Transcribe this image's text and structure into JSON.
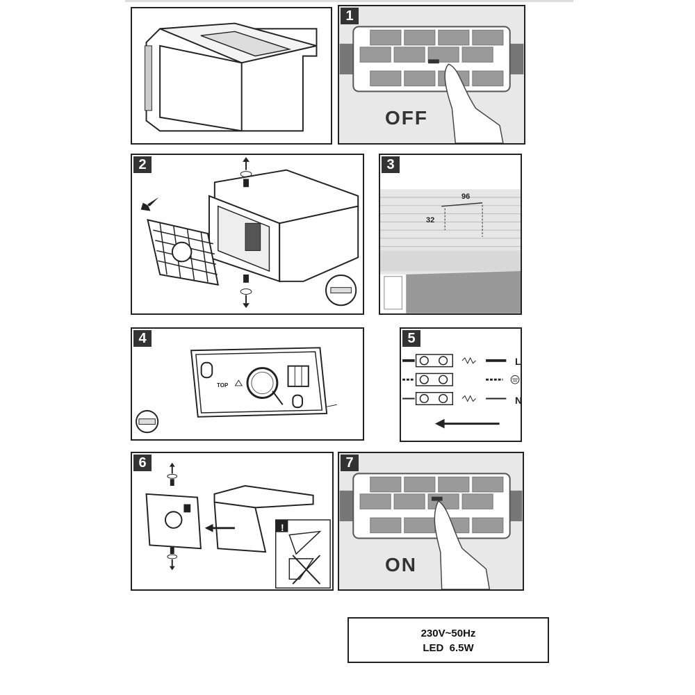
{
  "steps": {
    "s1": {
      "num": "1",
      "label": "OFF"
    },
    "s2": {
      "num": "2"
    },
    "s3": {
      "num": "3",
      "dim_a": "96",
      "dim_b": "32"
    },
    "s4": {
      "num": "4",
      "top_label": "TOP"
    },
    "s5": {
      "num": "5",
      "live": "L",
      "neutral": "N"
    },
    "s6": {
      "num": "6",
      "warning": "!"
    },
    "s7": {
      "num": "7",
      "label": "ON"
    }
  },
  "spec": {
    "voltage": "230V~50Hz",
    "power": "LED  6.5W"
  },
  "icons": [
    "screw-icon",
    "rotate-icon",
    "arrow-icon",
    "ground-symbol-icon",
    "hand-icon",
    "switch-icon"
  ]
}
